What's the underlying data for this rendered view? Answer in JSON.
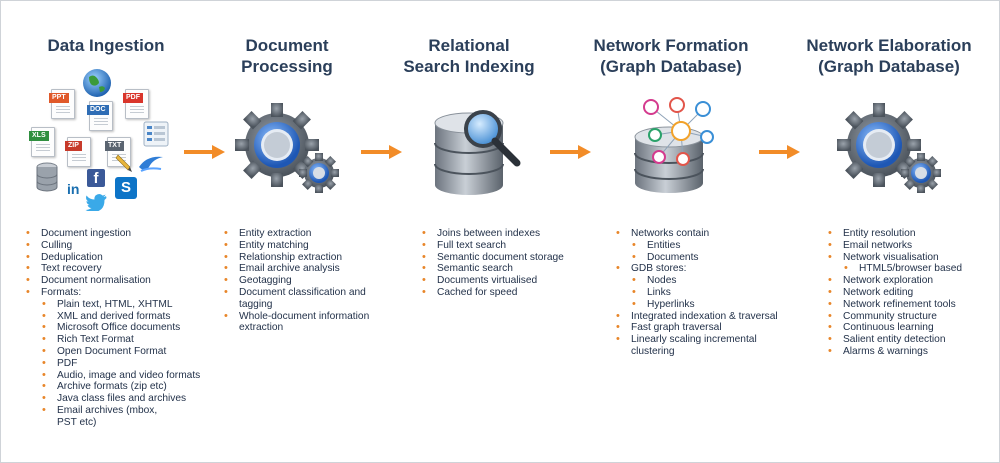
{
  "stages": [
    {
      "title": "Data Ingestion",
      "bullets": [
        {
          "text": "Document ingestion",
          "level": 0
        },
        {
          "text": "Culling",
          "level": 0
        },
        {
          "text": "Deduplication",
          "level": 0
        },
        {
          "text": "Text recovery",
          "level": 0
        },
        {
          "text": "Document normalisation",
          "level": 0
        },
        {
          "text": "Formats:",
          "level": 0
        },
        {
          "text": "Plain text, HTML, XHTML",
          "level": 1
        },
        {
          "text": "XML and derived formats",
          "level": 1
        },
        {
          "text": "Microsoft Office documents",
          "level": 1
        },
        {
          "text": "Rich Text Format",
          "level": 1
        },
        {
          "text": "Open Document Format",
          "level": 1
        },
        {
          "text": "PDF",
          "level": 1
        },
        {
          "text": "Audio, image and video formats",
          "level": 1
        },
        {
          "text": "Archive formats (zip etc)",
          "level": 1
        },
        {
          "text": "Java class files and archives",
          "level": 1
        },
        {
          "text": "Email archives (mbox, PST etc)",
          "level": 1
        }
      ]
    },
    {
      "title": "Document Processing",
      "bullets": [
        {
          "text": "Entity extraction",
          "level": 0
        },
        {
          "text": "Entity matching",
          "level": 0
        },
        {
          "text": "Relationship extraction",
          "level": 0
        },
        {
          "text": "Email archive analysis",
          "level": 0
        },
        {
          "text": "Geotagging",
          "level": 0
        },
        {
          "text": "Document classification and tagging",
          "level": 0
        },
        {
          "text": "Whole-document information extraction",
          "level": 0
        }
      ]
    },
    {
      "title": "Relational Search Indexing",
      "bullets": [
        {
          "text": "Joins between indexes",
          "level": 0
        },
        {
          "text": "Full text search",
          "level": 0
        },
        {
          "text": "Semantic document storage",
          "level": 0
        },
        {
          "text": "Semantic search",
          "level": 0
        },
        {
          "text": "Documents virtualised",
          "level": 0
        },
        {
          "text": "Cached for speed",
          "level": 0
        }
      ]
    },
    {
      "title": "Network Formation (Graph Database)",
      "bullets": [
        {
          "text": "Networks contain",
          "level": 0
        },
        {
          "text": "Entities",
          "level": 1
        },
        {
          "text": "Documents",
          "level": 1
        },
        {
          "text": "GDB stores:",
          "level": 0
        },
        {
          "text": "Nodes",
          "level": 1
        },
        {
          "text": "Links",
          "level": 1
        },
        {
          "text": "Hyperlinks",
          "level": 1
        },
        {
          "text": "Integrated indexation & traversal",
          "level": 0
        },
        {
          "text": "Fast graph traversal",
          "level": 0
        },
        {
          "text": "Linearly scaling incremental clustering",
          "level": 0
        }
      ]
    },
    {
      "title": "Network Elaboration (Graph Database)",
      "bullets": [
        {
          "text": "Entity resolution",
          "level": 0
        },
        {
          "text": "Email networks",
          "level": 0
        },
        {
          "text": "Network visualisation",
          "level": 0
        },
        {
          "text": "HTML5/browser based",
          "level": 1
        },
        {
          "text": "Network exploration",
          "level": 0
        },
        {
          "text": "Network editing",
          "level": 0
        },
        {
          "text": "Network refinement tools",
          "level": 0
        },
        {
          "text": "Community structure",
          "level": 0
        },
        {
          "text": "Continuous learning",
          "level": 0
        },
        {
          "text": "Salient entity detection",
          "level": 0
        },
        {
          "text": "Alarms & warnings",
          "level": 0
        }
      ]
    }
  ],
  "file_icons": [
    {
      "label": "PPT",
      "color": "#e0592a"
    },
    {
      "label": "DOC",
      "color": "#2f6db5"
    },
    {
      "label": "PDF",
      "color": "#d9352b"
    },
    {
      "label": "XLS",
      "color": "#2f8f3f"
    },
    {
      "label": "ZIP",
      "color": "#c73a2a"
    },
    {
      "label": "TXT",
      "color": "#5a6470"
    }
  ],
  "social_icons": [
    {
      "label": "in",
      "color": "#1a6fb0"
    },
    {
      "label": "f",
      "color": "#3b5998"
    },
    {
      "label": "S",
      "color": "#0d74c7"
    }
  ],
  "colors": {
    "arrow": "#f28c28",
    "gear": "#5e6670",
    "gear_accent": "#1f5fbf",
    "bullet": "#e8862a",
    "title": "#2b3f5a"
  }
}
